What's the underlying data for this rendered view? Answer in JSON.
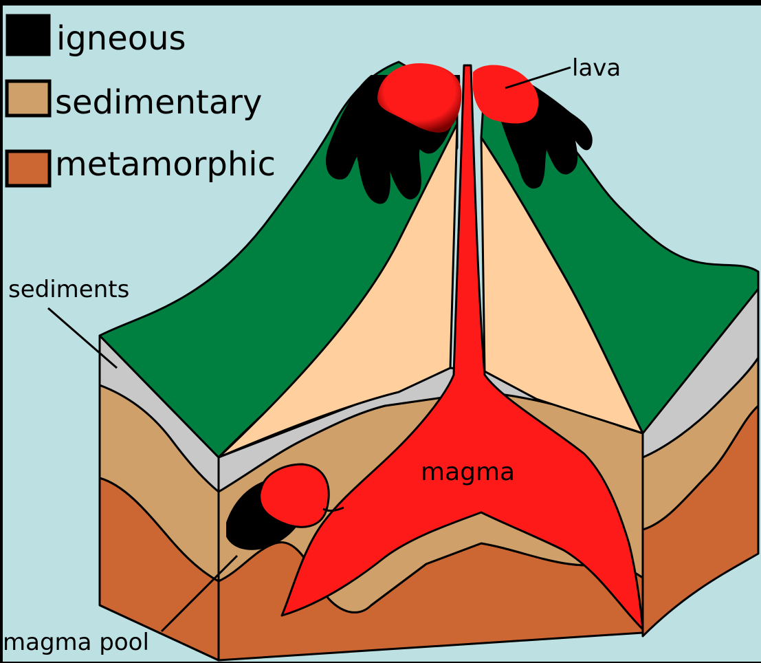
{
  "legend": [
    {
      "label": "igneous",
      "color": "#000000"
    },
    {
      "label": "sedimentary",
      "color": "#CFA06A"
    },
    {
      "label": "metamorphic",
      "color": "#CC6633"
    }
  ],
  "labels": {
    "lava": "lava",
    "sediments": "sediments",
    "magma": "magma",
    "magma_pool": "magma pool"
  },
  "colors": {
    "background": "#BDE0E3",
    "grass": "#008040",
    "sediment_band": "#C8C8C8",
    "sedimentary": "#CFA06A",
    "metamorphic": "#CC6633",
    "cone": "#FFD09E",
    "magma": "#FF1A1A",
    "igneous": "#000000"
  }
}
